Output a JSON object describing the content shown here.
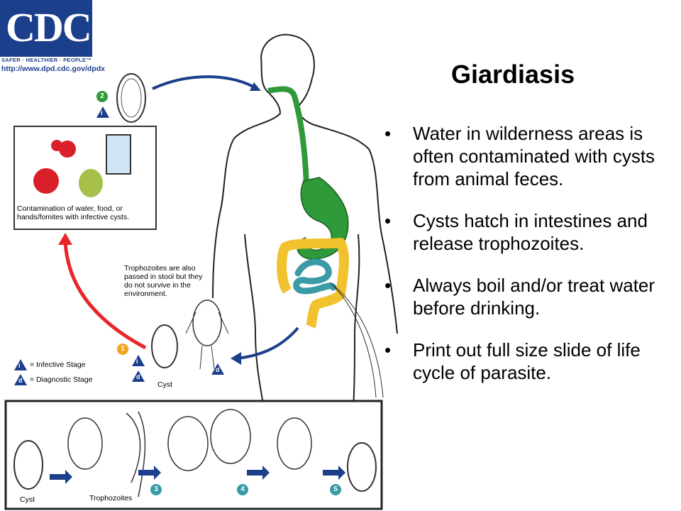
{
  "logo": {
    "text": "CDC",
    "tagline": "SAFER · HEALTHIER · PEOPLE™",
    "url": "http://www.dpd.cdc.gov/dpdx"
  },
  "title": "Giardiasis",
  "bullets": [
    "Water in wilderness areas is often contaminated with cysts from animal feces.",
    "Cysts hatch in intestines and release trophozoites.",
    "Always boil and/or treat water before drinking.",
    "Print out full size slide of life cycle of parasite."
  ],
  "diagram": {
    "contamination_caption": "Contamination of water, food, or hands/fomites with infective cysts.",
    "trophozoite_note": "Trophozoites are also passed in stool but they do not survive in the environment.",
    "legend": {
      "infective_symbol": "i",
      "infective_label": "= Infective Stage",
      "diagnostic_symbol": "d",
      "diagnostic_label": "= Diagnostic Stage"
    },
    "cyst_label": "Cyst",
    "bottom_cyst_label": "Cyst",
    "trophozoites_label": "Trophozoites",
    "steps": [
      "1",
      "2",
      "3",
      "4",
      "5"
    ]
  },
  "colors": {
    "cdc_blue": "#1c3f8c",
    "arrow_red": "#e8262a",
    "stomach_green": "#2e9a3a",
    "colon_yellow": "#f2c12e",
    "intestine_teal": "#3a9aa6",
    "step_orange": "#f2a51c"
  }
}
